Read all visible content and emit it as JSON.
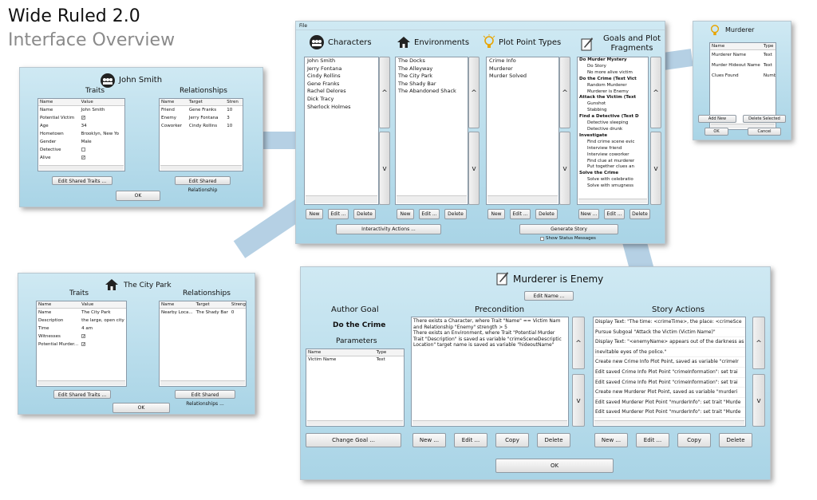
{
  "title": {
    "main": "Wide Ruled 2.0",
    "sub": "Interface Overview"
  },
  "main_window": {
    "menu": "File",
    "columns": {
      "characters": {
        "label": "Characters",
        "items": [
          "John Smith",
          "Jerry Fontana",
          "Cindy Rollins",
          "Gene Franks",
          "Rachel Delores",
          "Dick Tracy",
          "Sherlock Holmes"
        ]
      },
      "environments": {
        "label": "Environments",
        "items": [
          "The Docks",
          "The Alleyway",
          "The City Park",
          "The Shady Bar",
          "The Abandoned Shack"
        ]
      },
      "plot_point_types": {
        "label": "Plot Point Types",
        "items": [
          "Crime Info",
          "Murderer",
          "Murder Solved"
        ]
      },
      "goals": {
        "label": "Goals and Plot Fragments",
        "tree": [
          {
            "t": "Do Murder Mystery",
            "g": true
          },
          {
            "t": "Do Story"
          },
          {
            "t": "No more alive victim"
          },
          {
            "t": "Do the Crime (Text Vict",
            "g": true
          },
          {
            "t": "Random Murderer"
          },
          {
            "t": "Murderer is Enemy"
          },
          {
            "t": "Attack the Victim (Text",
            "g": true
          },
          {
            "t": "Gunshot"
          },
          {
            "t": "Stabbing"
          },
          {
            "t": "Find a Detective (Text D",
            "g": true
          },
          {
            "t": "Detective sleeping"
          },
          {
            "t": "Detective drunk"
          },
          {
            "t": "Investigate",
            "g": true
          },
          {
            "t": "Find crime scene evic"
          },
          {
            "t": "Interview friend"
          },
          {
            "t": "Interview coworker"
          },
          {
            "t": "Find clue at murderer"
          },
          {
            "t": "Put together clues an"
          },
          {
            "t": "Solve the Crime",
            "g": true
          },
          {
            "t": "Solve with celebratio"
          },
          {
            "t": "Solve with smugness"
          }
        ]
      }
    },
    "buttons": {
      "new": "New",
      "edit": "Edit ...",
      "delete": "Delete",
      "new_dots": "New ...",
      "interactivity": "Interactivity Actions ...",
      "generate": "Generate Story",
      "show_status": "Show Status Messages"
    }
  },
  "murderer_window": {
    "title": "Murderer",
    "headers": [
      "Name",
      "Type"
    ],
    "rows": [
      [
        "Murderer Name",
        "Text"
      ],
      [
        "Murder Hideout Name",
        "Text"
      ],
      [
        "Clues Found",
        "Number"
      ]
    ],
    "add_new": "Add New",
    "delete_selected": "Delete Selected",
    "ok": "OK",
    "cancel": "Cancel"
  },
  "john_window": {
    "title": "John Smith",
    "traits_label": "Traits",
    "relationships_label": "Relationships",
    "trait_headers": [
      "Name",
      "Value"
    ],
    "traits": [
      [
        "Name",
        "John Smith"
      ],
      [
        "Potential Victim",
        "✓"
      ],
      [
        "Age",
        "34"
      ],
      [
        "Hometown",
        "Brooklyn, New Yo"
      ],
      [
        "Gender",
        "Male"
      ],
      [
        "Detective",
        ""
      ],
      [
        "Alive",
        "✓"
      ]
    ],
    "rel_headers": [
      "Name",
      "Target",
      "Stren"
    ],
    "rels": [
      [
        "Friend",
        "Gene Franks",
        "10"
      ],
      [
        "Enemy",
        "Jerry Fontana",
        "3"
      ],
      [
        "Coworker",
        "Cindy Rollins",
        "10"
      ]
    ],
    "edit_traits": "Edit Shared Traits ...",
    "edit_rels": "Edit Shared Relationship",
    "ok": "OK"
  },
  "park_window": {
    "title": "The City Park",
    "traits_label": "Traits",
    "relationships_label": "Relationships",
    "trait_headers": [
      "Name",
      "Value"
    ],
    "traits": [
      [
        "Name",
        "The City Park"
      ],
      [
        "Description",
        "the large, open city p"
      ],
      [
        "Time",
        "4 am"
      ],
      [
        "Witnesses",
        "✓"
      ],
      [
        "Potential Murder...",
        "✓"
      ]
    ],
    "rel_headers": [
      "Name",
      "Target",
      "Strength"
    ],
    "rels": [
      [
        "Nearby Loca...",
        "The Shady Bar",
        "0"
      ]
    ],
    "edit_traits": "Edit Shared Traits ...",
    "edit_rels": "Edit Shared Relationships ...",
    "ok": "OK"
  },
  "fragment_window": {
    "title": "Murderer is Enemy",
    "edit_name": "Edit Name ...",
    "author_goal_label": "Author Goal",
    "author_goal": "Do the Crime",
    "parameters_label": "Parameters",
    "param_headers": [
      "Name",
      "Type"
    ],
    "params": [
      [
        "Victim Name",
        "Text"
      ]
    ],
    "precondition_label": "Precondition",
    "preconditions": [
      "There exists a Character, where Trait \"Name\" == Victim Nam",
      "and Relationship \"Enemy\" strength > 5",
      "There exists an Environment, where Trait \"Potential Murder",
      "Trait \"Description\" is saved as variable \"crimeSceneDescriptic",
      "Location\" target name is saved as variable \"hideoutName\""
    ],
    "story_actions_label": "Story Actions",
    "actions": [
      "Display Text: \"The time: <crimeTime>, the place: <crimeSce",
      "Pursue Subgoal \"Attack the Victim (Victim Name)\"",
      "Display Text: \"<enemyName> appears out of the darkness as",
      "inevitable eyes of the police.\"",
      "Create new Crime Info Plot Point, saved as variable \"crimeIr",
      "Edit saved Crime Info Plot Point \"crimeInformation\": set trai",
      "Edit saved Crime Info Plot Point \"crimeInformation\": set trai",
      "Create new Murderer Plot Point, saved as variable \"murderi",
      "Edit saved Murderer Plot Point \"murderInfo\": set trait \"Murde",
      "Edit saved Murderer Plot Point \"murderInfo\": set trait \"Murde"
    ],
    "change_goal": "Change Goal ...",
    "new": "New ...",
    "edit": "Edit ...",
    "copy": "Copy",
    "delete": "Delete",
    "ok": "OK"
  }
}
